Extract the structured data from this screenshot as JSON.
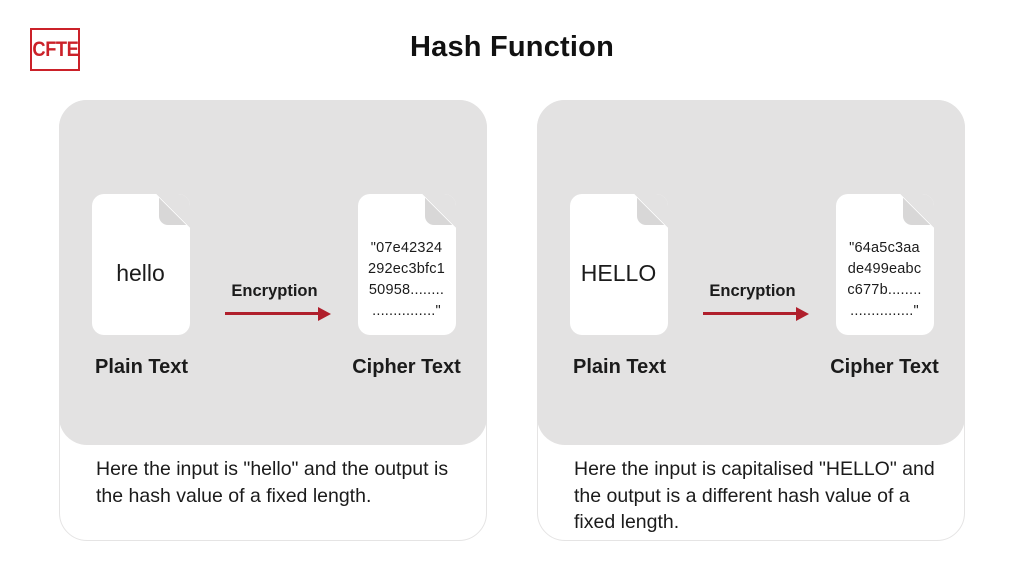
{
  "header": {
    "logo_text": "CFTE",
    "title": "Hash Function"
  },
  "colors": {
    "accent_red": "#b01f2c",
    "logo_red": "#cb2129",
    "panel_gray": "#e3e2e2",
    "text_dark": "#1b1b1b"
  },
  "panels": [
    {
      "plain_text": "hello",
      "plain_label": "Plain Text",
      "arrow_label": "Encryption",
      "cipher_lines": [
        "\"07e42324",
        "292ec3bfc1",
        "50958........",
        "...............\""
      ],
      "cipher_label": "Cipher Text",
      "caption_lines": [
        "Here the input is \"hello\" and the output is",
        "the hash value of a fixed length."
      ]
    },
    {
      "plain_text": "HELLO",
      "plain_label": "Plain Text",
      "arrow_label": "Encryption",
      "cipher_lines": [
        "\"64a5c3aa",
        "de499eabc",
        "c677b........",
        "...............\""
      ],
      "cipher_label": "Cipher Text",
      "caption_lines": [
        "Here the input is capitalised \"HELLO\" and",
        "the output is a different hash value of a",
        "fixed length."
      ]
    }
  ]
}
